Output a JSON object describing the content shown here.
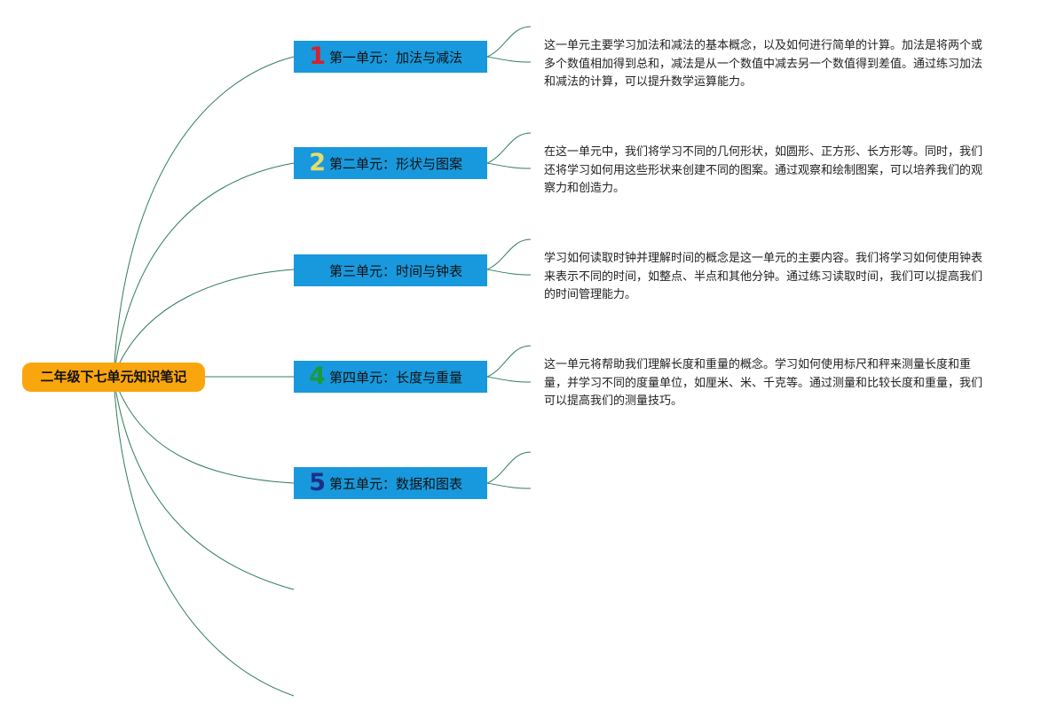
{
  "root": {
    "label": "二年级下七单元知识笔记"
  },
  "units": [
    {
      "number": "1",
      "color": "#d8202b",
      "label": "第一单元：加法与减法",
      "desc": "这一单元主要学习加法和减法的基本概念，以及如何进行简单的计算。加法是将两个或多个数值相加得到总和，减法是从一个数值中减去另一个数值得到差值。通过练习加法和减法的计算，可以提升数学运算能力。"
    },
    {
      "number": "2",
      "color": "#e7dc6a",
      "label": "第二单元：形状与图案",
      "desc": "在这一单元中，我们将学习不同的几何形状，如圆形、正方形、长方形等。同时，我们还将学习如何用这些形状来创建不同的图案。通过观察和绘制图案，可以培养我们的观察力和创造力。"
    },
    {
      "number": "",
      "color": "#1899dd",
      "label": "第三单元：时间与钟表",
      "desc": "学习如何读取时钟并理解时间的概念是这一单元的主要内容。我们将学习如何使用钟表来表示不同的时间，如整点、半点和其他分钟。通过练习读取时间，我们可以提高我们的时间管理能力。"
    },
    {
      "number": "4",
      "color": "#1a9a3c",
      "label": "第四单元：长度与重量",
      "desc": "这一单元将帮助我们理解长度和重量的概念。学习如何使用标尺和秤来测量长度和重量，并学习不同的度量单位，如厘米、米、千克等。通过测量和比较长度和重量，我们可以提高我们的测量技巧。"
    },
    {
      "number": "5",
      "color": "#1b2f86",
      "label": "第五单元：数据和图表",
      "desc": ""
    }
  ],
  "colors": {
    "line": "#2f7d5a",
    "root_bg": "#f9a50d",
    "unit_bg": "#1899dd"
  }
}
